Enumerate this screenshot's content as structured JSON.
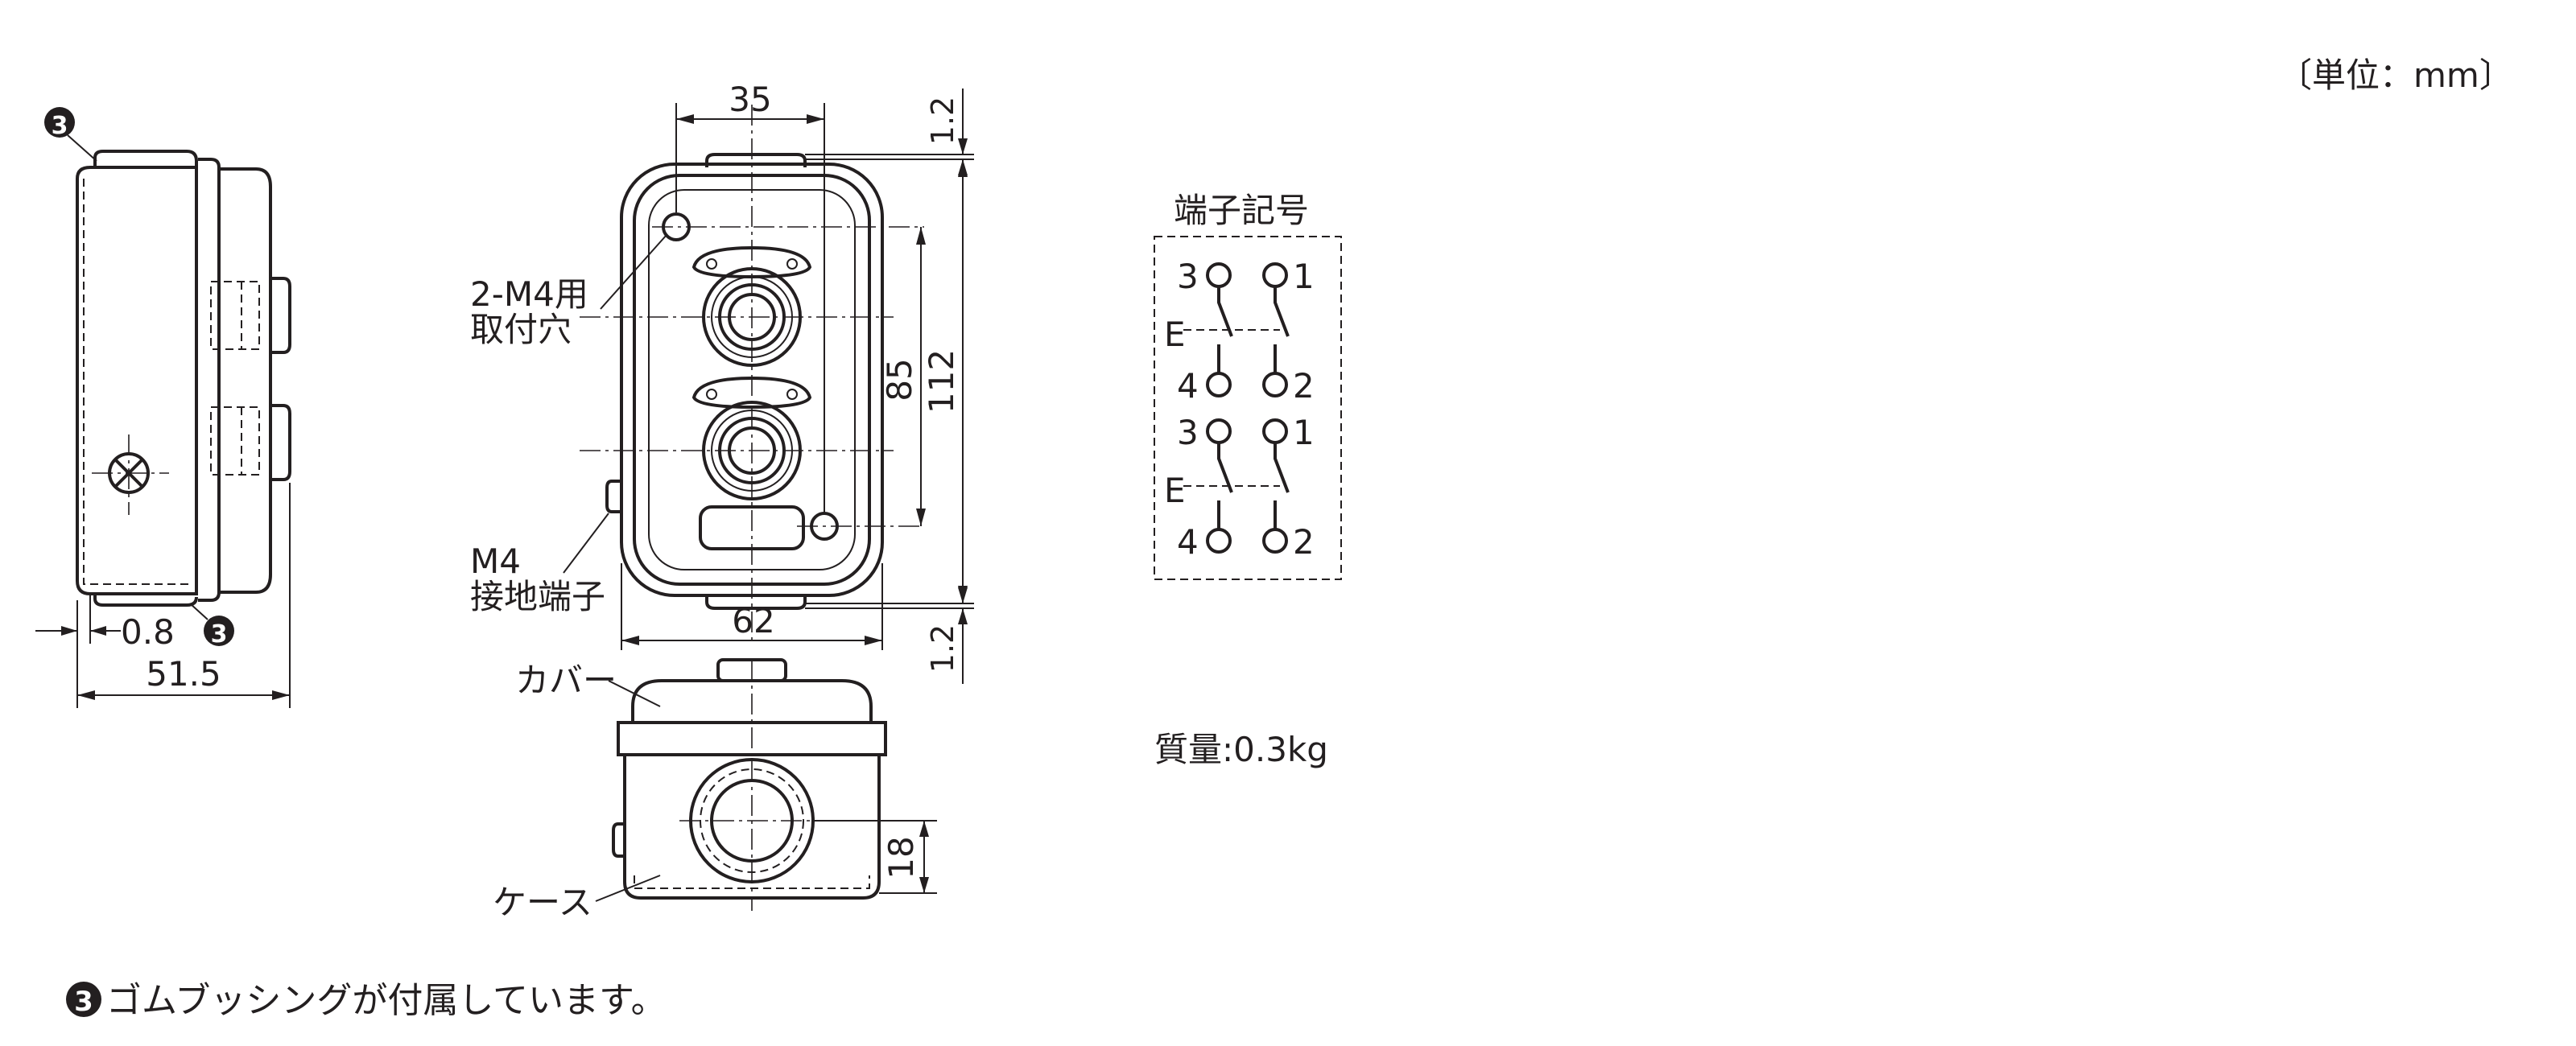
{
  "unit_label": "〔単位：mm〕",
  "dimensions": {
    "d35": "35",
    "d1_2_top": "1.2",
    "d1_2_bottom": "1.2",
    "d85": "85",
    "d112": "112",
    "d62": "62",
    "d0_8": "0.8",
    "d51_5": "51.5",
    "d18": "18"
  },
  "labels": {
    "mount_holes_line1": "2-M4用",
    "mount_holes_line2": "取付穴",
    "ground_line1": "M4",
    "ground_line2": "接地端子",
    "cover": "カバー",
    "case": "ケース",
    "item3": "3"
  },
  "terminal": {
    "title": "端子記号",
    "n3": "3",
    "n1": "1",
    "n4": "4",
    "n2": "2",
    "e": "E"
  },
  "mass": "質量:0.3kg",
  "note": "ゴムブッシングが付属しています。",
  "note_badge": "3"
}
